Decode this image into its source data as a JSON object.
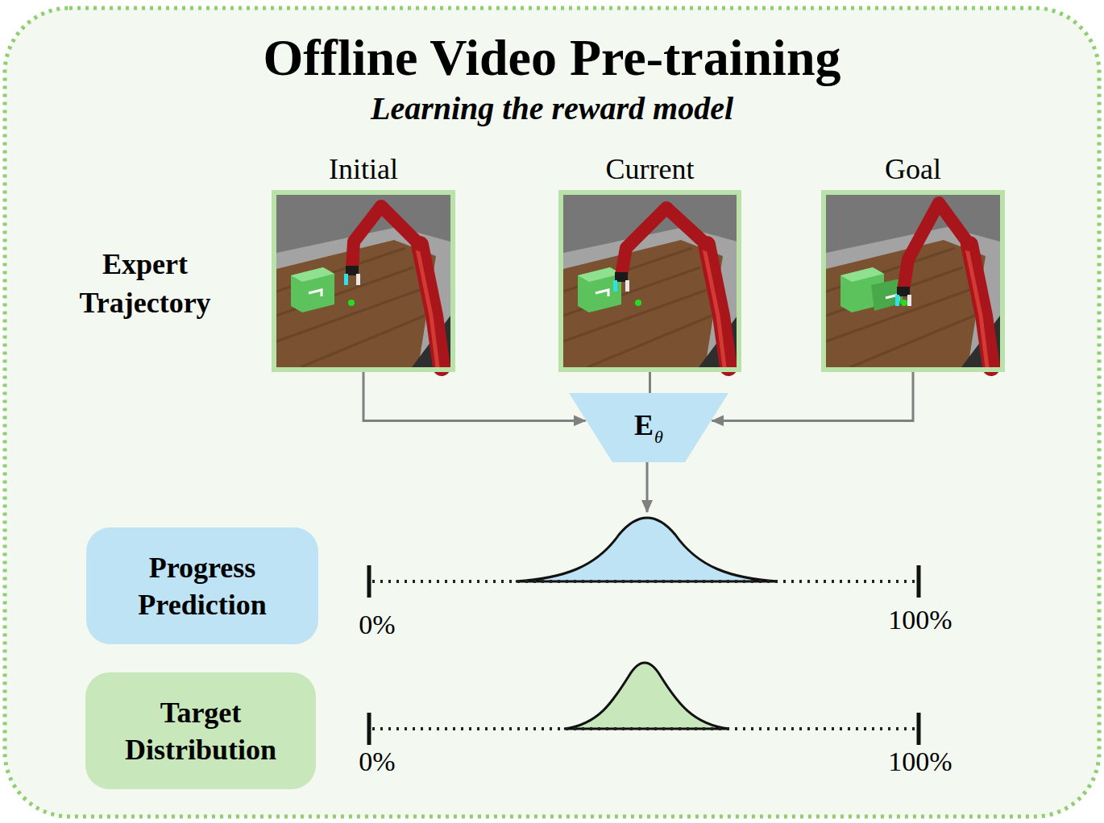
{
  "diagram": {
    "title": "Offline Video Pre-training",
    "nodes": [
      {
        "text": [
          "Initial"
        ]
      },
      {
        "text": [
          "Current"
        ]
      },
      {
        "text": [
          "Goal"
        ]
      },
      {
        "text": [
          "E",
          "θ"
        ]
      },
      {
        "text": [
          "Progress Prediction"
        ]
      },
      {
        "text": [
          "Target Distribution"
        ]
      }
    ],
    "edges": [
      {
        "from": 0,
        "to": 3,
        "arrow": "to"
      },
      {
        "from": 1,
        "to": 3,
        "arrow": "none"
      },
      {
        "from": 2,
        "to": 3,
        "arrow": "to"
      }
    ],
    "labels": [
      "Learning the reward model",
      "Expert Trajectory",
      "0%",
      "100%",
      "0%",
      "100%"
    ]
  }
}
